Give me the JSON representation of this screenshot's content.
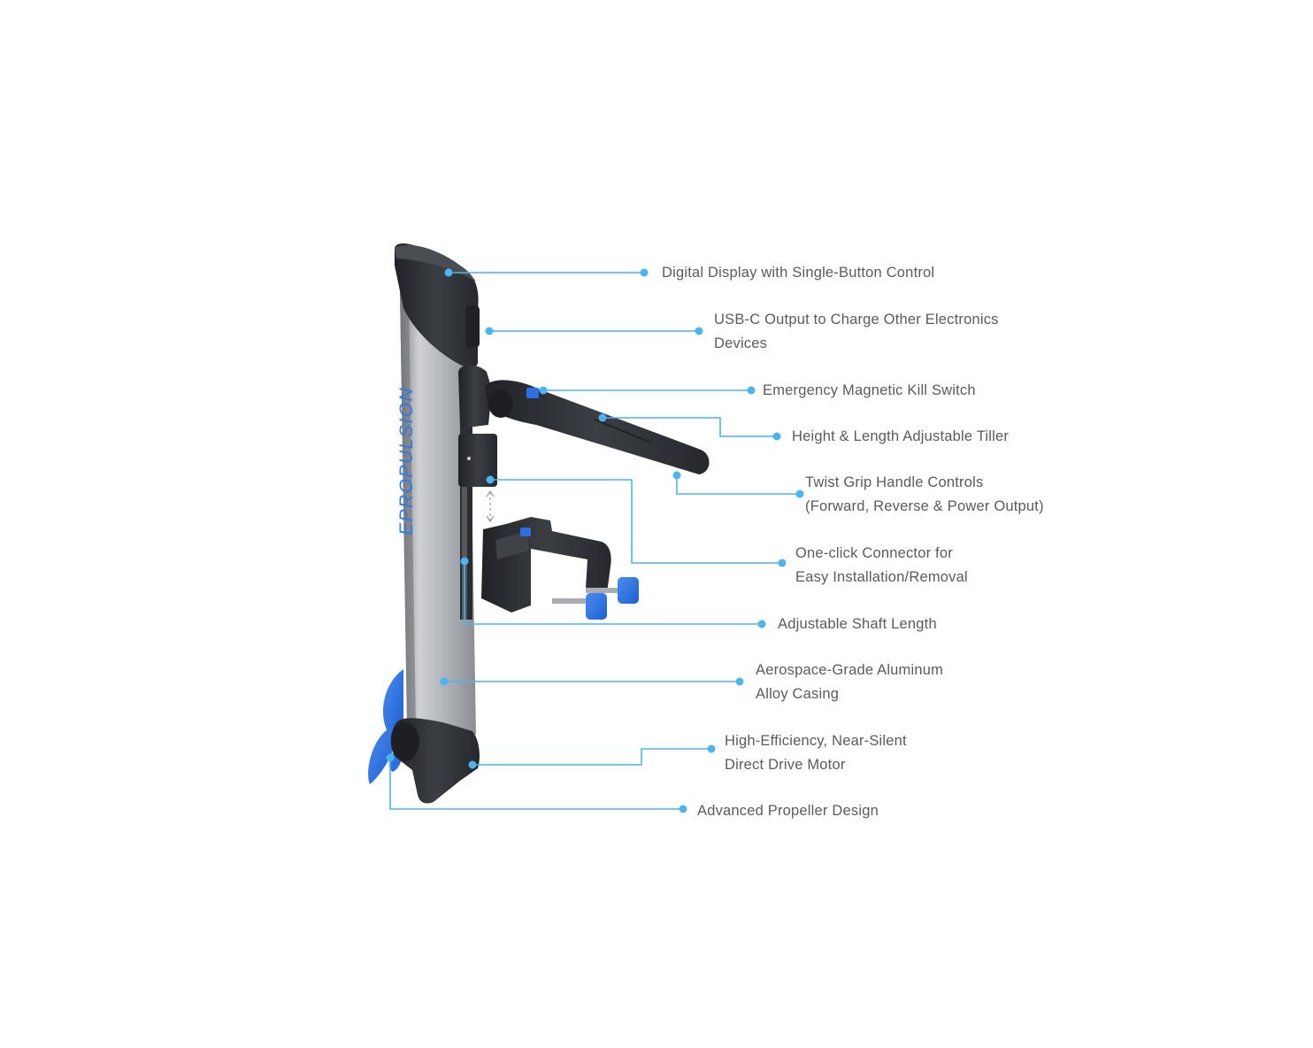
{
  "brand": "EPROPULSION",
  "colors": {
    "callout": "#4db3f3",
    "text": "#5b5b5b",
    "accent_blue": "#2a6fe0",
    "housing_dark": "#303236",
    "aluminum": "#b4b7bb"
  },
  "callouts": [
    {
      "id": "digital-display",
      "lines": [
        "Digital Display with Single-Button Control"
      ]
    },
    {
      "id": "usb-c-output",
      "lines": [
        "USB-C Output to Charge Other Electronics",
        "Devices"
      ]
    },
    {
      "id": "kill-switch",
      "lines": [
        "Emergency Magnetic Kill Switch"
      ]
    },
    {
      "id": "adjustable-tiller",
      "lines": [
        "Height & Length Adjustable Tiller"
      ]
    },
    {
      "id": "twist-grip",
      "lines": [
        "Twist Grip Handle Controls",
        "(Forward, Reverse & Power Output)"
      ]
    },
    {
      "id": "one-click-connector",
      "lines": [
        "One-click Connector for",
        "Easy Installation/Removal"
      ]
    },
    {
      "id": "shaft-length",
      "lines": [
        "Adjustable Shaft Length"
      ]
    },
    {
      "id": "aluminum-casing",
      "lines": [
        "Aerospace-Grade Aluminum",
        "Alloy Casing"
      ]
    },
    {
      "id": "drive-motor",
      "lines": [
        "High-Efficiency, Near-Silent",
        "Direct Drive Motor"
      ]
    },
    {
      "id": "propeller",
      "lines": [
        "Advanced Propeller Design"
      ]
    }
  ]
}
